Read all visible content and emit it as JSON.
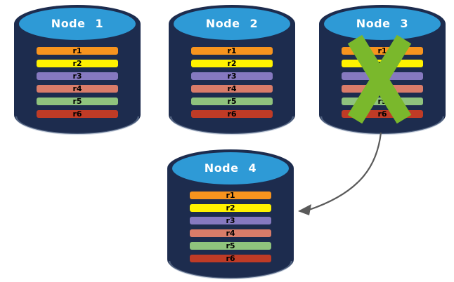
{
  "nodes": [
    {
      "label": "Node 1",
      "failed": false,
      "rows": [
        {
          "label": "r1",
          "color": "#F7941E"
        },
        {
          "label": "r2",
          "color": "#FFF200"
        },
        {
          "label": "r3",
          "color": "#8679C0"
        },
        {
          "label": "r4",
          "color": "#D97C69"
        },
        {
          "label": "r5",
          "color": "#8FC37D"
        },
        {
          "label": "r6",
          "color": "#BF3B26"
        }
      ]
    },
    {
      "label": "Node 2",
      "failed": false,
      "rows": [
        {
          "label": "r1",
          "color": "#F7941E"
        },
        {
          "label": "r2",
          "color": "#FFF200"
        },
        {
          "label": "r3",
          "color": "#8679C0"
        },
        {
          "label": "r4",
          "color": "#D97C69"
        },
        {
          "label": "r5",
          "color": "#8FC37D"
        },
        {
          "label": "r6",
          "color": "#BF3B26"
        }
      ]
    },
    {
      "label": "Node 3",
      "failed": true,
      "rows": [
        {
          "label": "r1",
          "color": "#F7941E"
        },
        {
          "label": "r2",
          "color": "#FFF200"
        },
        {
          "label": "r3",
          "color": "#8679C0"
        },
        {
          "label": "r4",
          "color": "#D97C69"
        },
        {
          "label": "r5",
          "color": "#8FC37D"
        },
        {
          "label": "r6",
          "color": "#BF3B26"
        }
      ]
    },
    {
      "label": "Node 4",
      "failed": false,
      "rows": [
        {
          "label": "r1",
          "color": "#F7941E"
        },
        {
          "label": "r2",
          "color": "#FFF200"
        },
        {
          "label": "r3",
          "color": "#8679C0"
        },
        {
          "label": "r4",
          "color": "#D97C69"
        },
        {
          "label": "r5",
          "color": "#8FC37D"
        },
        {
          "label": "r6",
          "color": "#BF3B26"
        }
      ]
    }
  ],
  "failure_mark": {
    "shape": "x-mark",
    "color": "#7AB82C",
    "on_node": "Node 3"
  },
  "arrow": {
    "from": "Node 3",
    "to": "Node 4",
    "color": "#5A5A5A"
  },
  "cylinder": {
    "body_color": "#1D2C4E",
    "top_color": "#2E9AD6",
    "bottom_highlight_color": "#8FA0BB",
    "title_text_color": "#FFFFFF",
    "row_text_color": "#000000"
  }
}
